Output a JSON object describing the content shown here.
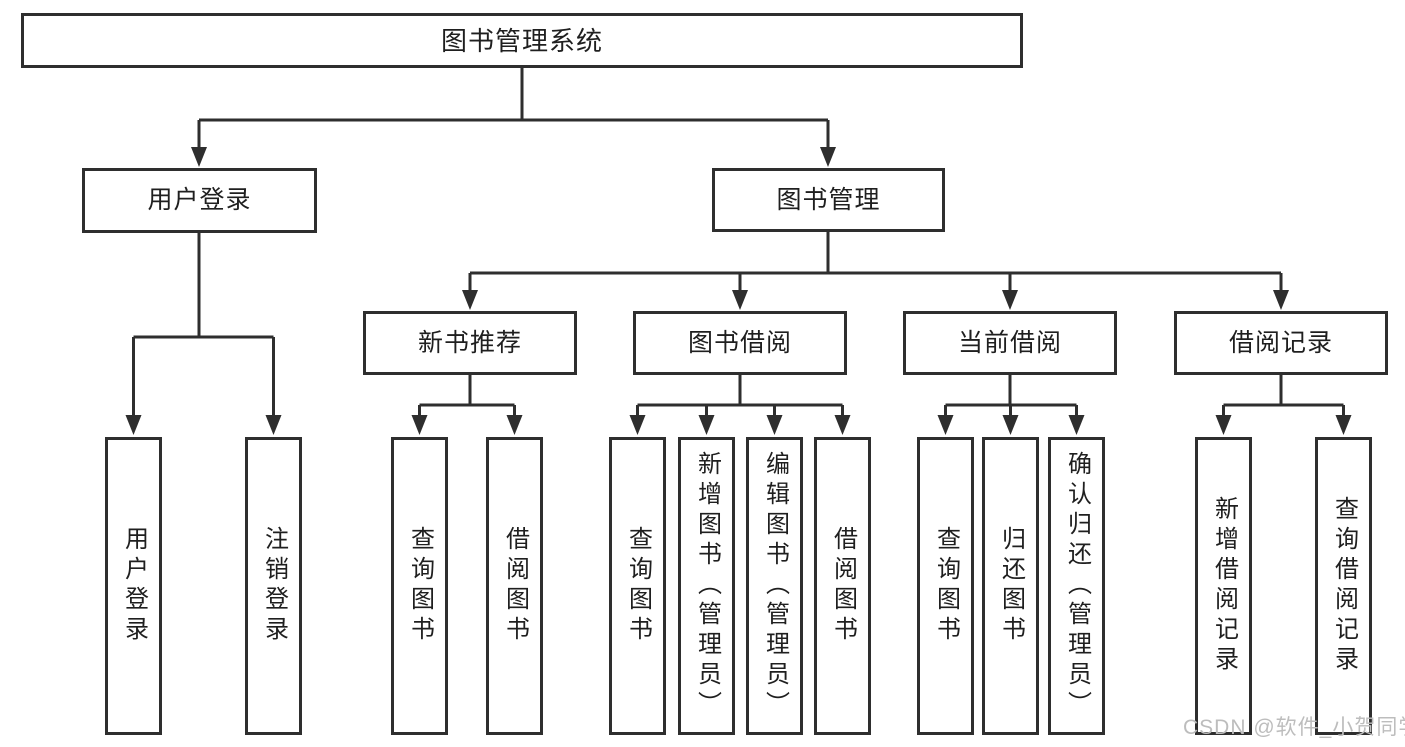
{
  "colors": {
    "line": "#2e2e2e",
    "box_border": "#2e2e2e",
    "text": "#1f1f1f",
    "background": "#ffffff",
    "watermark": "#bdbdbd"
  },
  "tree": {
    "root": {
      "label": "图书管理系统"
    },
    "level2": [
      {
        "label": "用户登录",
        "children": [
          {
            "label": "用户登录"
          },
          {
            "label": "注销登录"
          }
        ]
      },
      {
        "label": "图书管理",
        "children": [
          {
            "label": "新书推荐",
            "children": [
              {
                "label": "查询图书"
              },
              {
                "label": "借阅图书"
              }
            ]
          },
          {
            "label": "图书借阅",
            "children": [
              {
                "label": "查询图书"
              },
              {
                "label": "新增图书（管理员）"
              },
              {
                "label": "编辑图书（管理员）"
              },
              {
                "label": "借阅图书"
              }
            ]
          },
          {
            "label": "当前借阅",
            "children": [
              {
                "label": "查询图书"
              },
              {
                "label": "归还图书"
              },
              {
                "label": "确认归还（管理员）"
              }
            ]
          },
          {
            "label": "借阅记录",
            "children": [
              {
                "label": "新增借阅记录"
              },
              {
                "label": "查询借阅记录"
              }
            ]
          }
        ]
      }
    ]
  },
  "watermark": {
    "text": "CSDN @软件_小贺同学"
  }
}
